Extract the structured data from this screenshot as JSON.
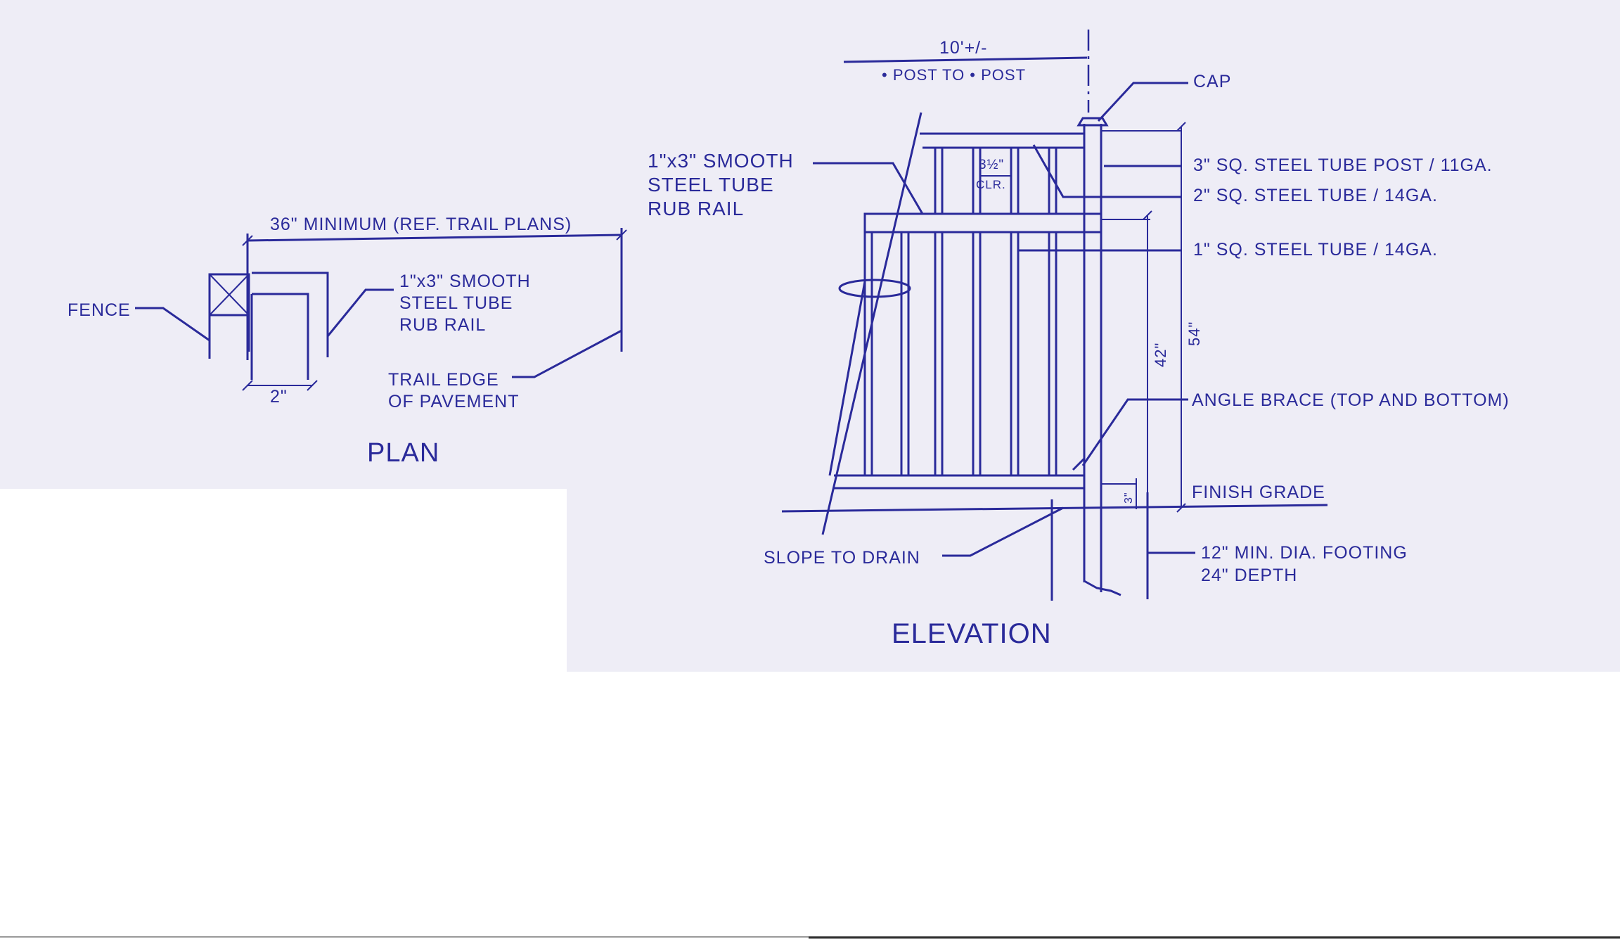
{
  "colors": {
    "paper": "#eeedf6",
    "ink": "#2a2a9a",
    "background": "#ffffff"
  },
  "plan": {
    "title": "PLAN",
    "dimension_label": "36\" MINIMUM (REF. TRAIL PLANS)",
    "fence_label": "FENCE",
    "rub_rail_label": [
      "1\"x3\" SMOOTH",
      "STEEL TUBE",
      "RUB RAIL"
    ],
    "trail_edge_label": [
      "TRAIL EDGE",
      "OF PAVEMENT"
    ],
    "gap_dimension": "2\""
  },
  "elevation": {
    "title": "ELEVATION",
    "span_top": "10'+/-",
    "span_bottom": "• POST TO • POST",
    "cap_label": "CAP",
    "rub_rail_label": [
      "1\"x3\" SMOOTH",
      "STEEL TUBE",
      "RUB RAIL"
    ],
    "clearance_top": "3½\"",
    "clearance_bottom": "CLR.",
    "post_label": "3\" SQ. STEEL TUBE POST / 11GA.",
    "rail_label": "2\" SQ. STEEL TUBE / 14GA.",
    "picket_label": "1\" SQ. STEEL TUBE / 14GA.",
    "height_54": "54\"",
    "height_42": "42\"",
    "angle_brace_label": "ANGLE BRACE (TOP AND BOTTOM)",
    "bottom_gap": "3\"",
    "finish_grade_label": "FINISH GRADE",
    "slope_label": "SLOPE TO DRAIN",
    "footing_label": [
      "12\" MIN. DIA. FOOTING",
      "24\" DEPTH"
    ]
  }
}
